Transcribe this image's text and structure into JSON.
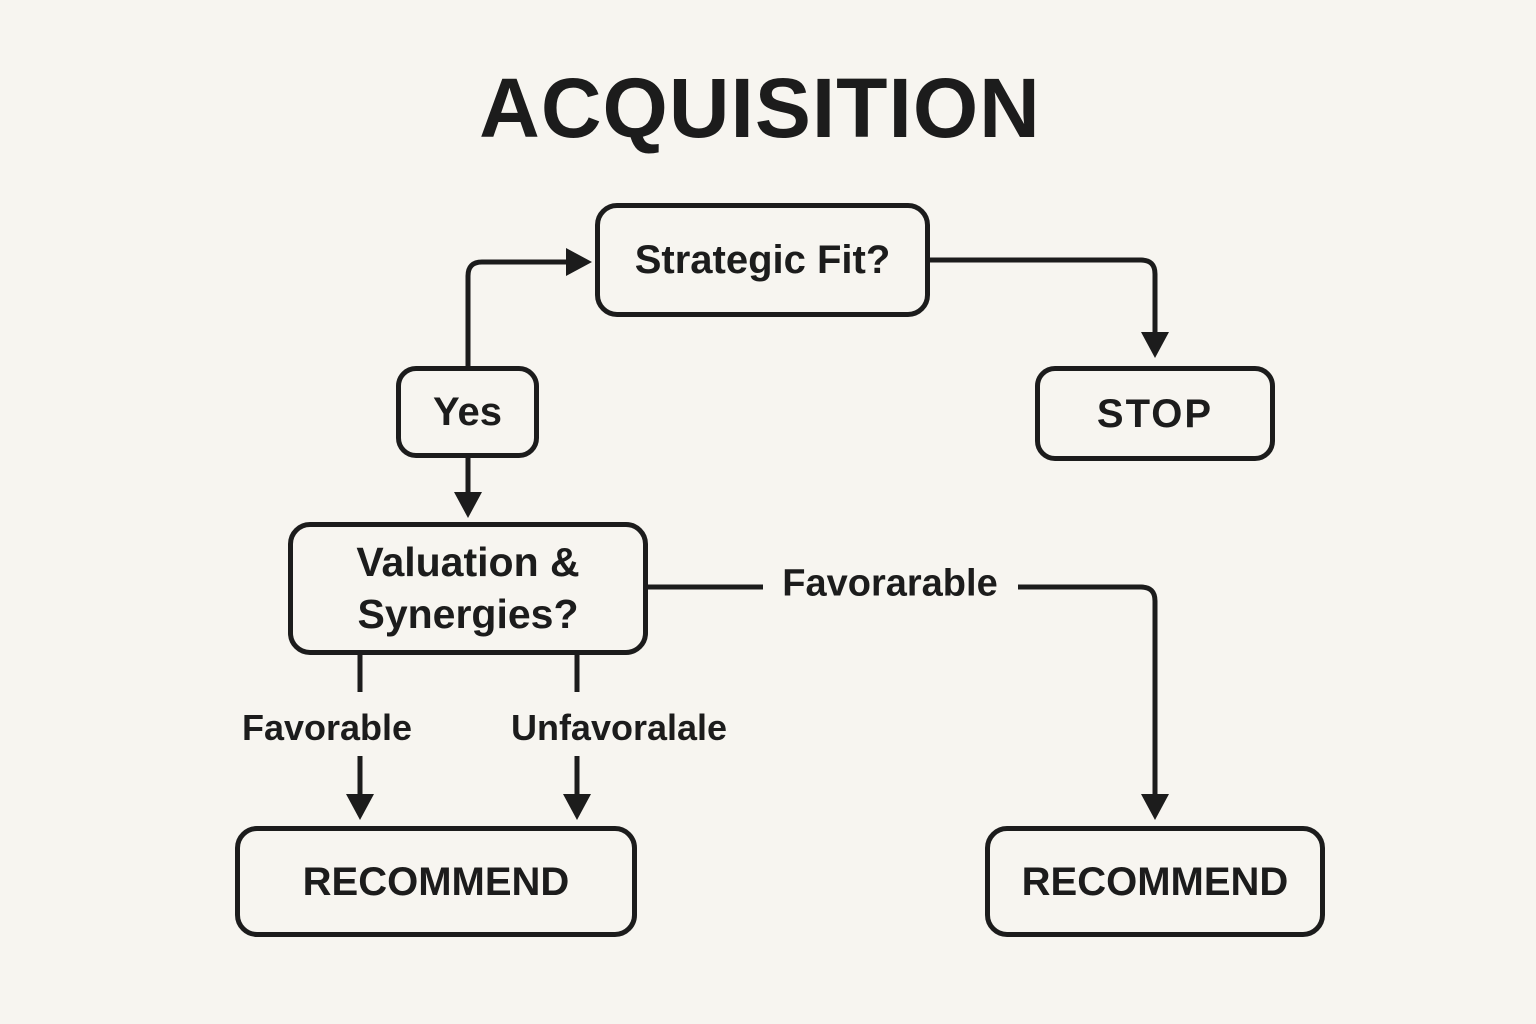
{
  "title": "ACQUISITION",
  "colors": {
    "background": "#f7f5f0",
    "ink": "#1c1c1c"
  },
  "nodes": {
    "strategic_fit": {
      "label": "Strategic Fit?"
    },
    "yes": {
      "label": "Yes"
    },
    "stop": {
      "label": "STOP"
    },
    "valuation": {
      "label": "Valuation &\nSynergies?"
    },
    "recommend_left": {
      "label": "RECOMMEND"
    },
    "recommend_right": {
      "label": "RECOMMEND"
    }
  },
  "edge_labels": {
    "favorarable": "Favorarable",
    "favorable": "Favorable",
    "unfavoralale": "Unfavoralale"
  }
}
